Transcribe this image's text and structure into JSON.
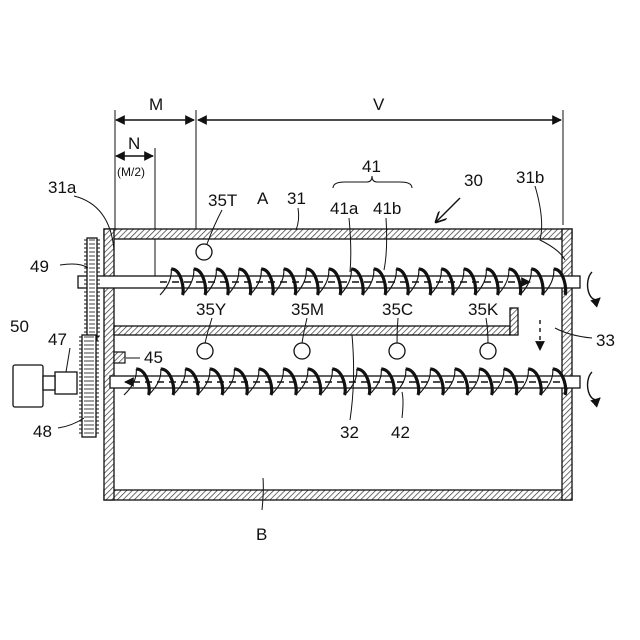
{
  "labels": {
    "dim_m": "M",
    "dim_v": "V",
    "dim_n": "N",
    "dim_n_sub": "(M/2)",
    "ref_41": "41",
    "ref_30": "30",
    "ref_31a": "31a",
    "ref_35t": "35T",
    "ref_a": "A",
    "ref_31": "31",
    "ref_41a": "41a",
    "ref_41b": "41b",
    "ref_31b": "31b",
    "ref_49": "49",
    "ref_35y": "35Y",
    "ref_35m": "35M",
    "ref_35c": "35C",
    "ref_35k": "35K",
    "ref_33": "33",
    "ref_50": "50",
    "ref_47": "47",
    "ref_45": "45",
    "ref_48": "48",
    "ref_32": "32",
    "ref_42": "42",
    "ref_b": "B"
  }
}
